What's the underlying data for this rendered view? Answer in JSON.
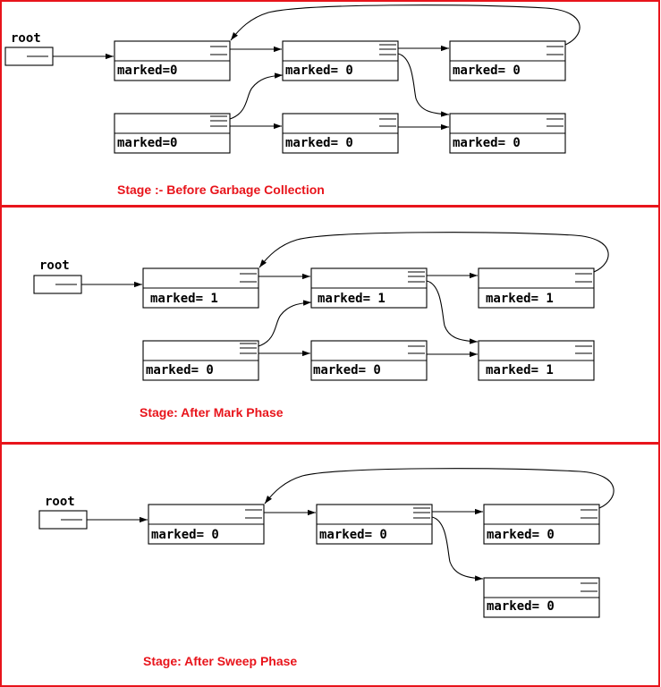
{
  "colors": {
    "panel_border": "#e8141b",
    "caption": "#e8141b",
    "ink": "#000000"
  },
  "panels": [
    {
      "caption": "Stage :- Before Garbage Collection",
      "root_label": "root",
      "nodes": {
        "a": "marked=0",
        "b": "marked= 0",
        "c": "marked= 0",
        "d": "marked=0",
        "e": "marked= 0",
        "f": "marked= 0"
      }
    },
    {
      "caption": "Stage: After Mark Phase",
      "root_label": "root",
      "nodes": {
        "a": "marked= 1",
        "b": "marked= 1",
        "c": "marked= 1",
        "d": "marked= 0",
        "e": "marked= 0",
        "f": "marked= 1"
      }
    },
    {
      "caption": "Stage: After Sweep Phase",
      "root_label": "root",
      "nodes": {
        "a": "marked= 0",
        "b": "marked= 0",
        "c": "marked= 0",
        "f": "marked= 0"
      }
    }
  ]
}
